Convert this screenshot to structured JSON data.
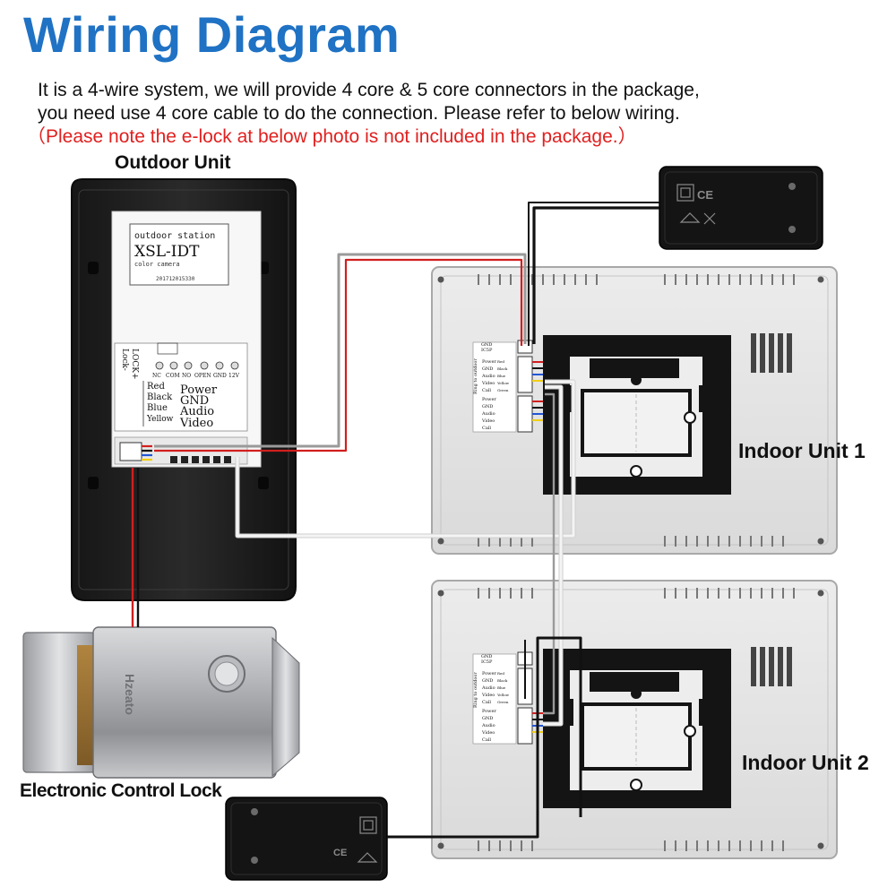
{
  "title": "Wiring Diagram",
  "description": {
    "line1": "It is a 4-wire system, we will provide 4 core & 5 core connectors in the package,",
    "line2": "you need use 4 core cable to do the connection. Please refer to below wiring.",
    "note": "（Please note the e-lock at below photo is not included in the package.）"
  },
  "labels": {
    "outdoor_unit": "Outdoor Unit",
    "indoor_unit_1": "Indoor Unit 1",
    "indoor_unit_2": "Indoor Unit  2",
    "lock": "Electronic Control Lock"
  },
  "outdoor_sticker": {
    "line1": "outdoor station",
    "model": "XSL-IDT",
    "line3": "color camera",
    "serial": "201712015330"
  },
  "outdoor_terminal": {
    "lock_label": "LOCK+",
    "lock_minus": "Lock-",
    "terminals": [
      "NC",
      "COM",
      "NO",
      "OPEN",
      "GND",
      "12V"
    ],
    "wires": [
      {
        "color_name": "Red",
        "function": "Power"
      },
      {
        "color_name": "Black",
        "function": "GND"
      },
      {
        "color_name": "Blue",
        "function": "Audio"
      },
      {
        "color_name": "Yellow",
        "function": "Video"
      }
    ]
  },
  "indoor_terminal": {
    "gnd": "GND",
    "icsp": "IC5P",
    "side": "Ring to outdoor",
    "rows": [
      {
        "fn": "Power",
        "col": "Red"
      },
      {
        "fn": "GND",
        "col": "Black"
      },
      {
        "fn": "Audio",
        "col": "Blue"
      },
      {
        "fn": "Video",
        "col": "Yellow"
      },
      {
        "fn": "Call",
        "col": "Green"
      }
    ]
  },
  "lock_brand": "Hzeato",
  "colors": {
    "title": "#1f72c4",
    "note": "#e0201f",
    "wire_red": "#d11f1f",
    "wire_black": "#111111",
    "wire_gray": "#9a9a9a",
    "wire_white": "#f4f4f4",
    "wire_blue": "#2256d6",
    "wire_yellow": "#f1cf13"
  }
}
